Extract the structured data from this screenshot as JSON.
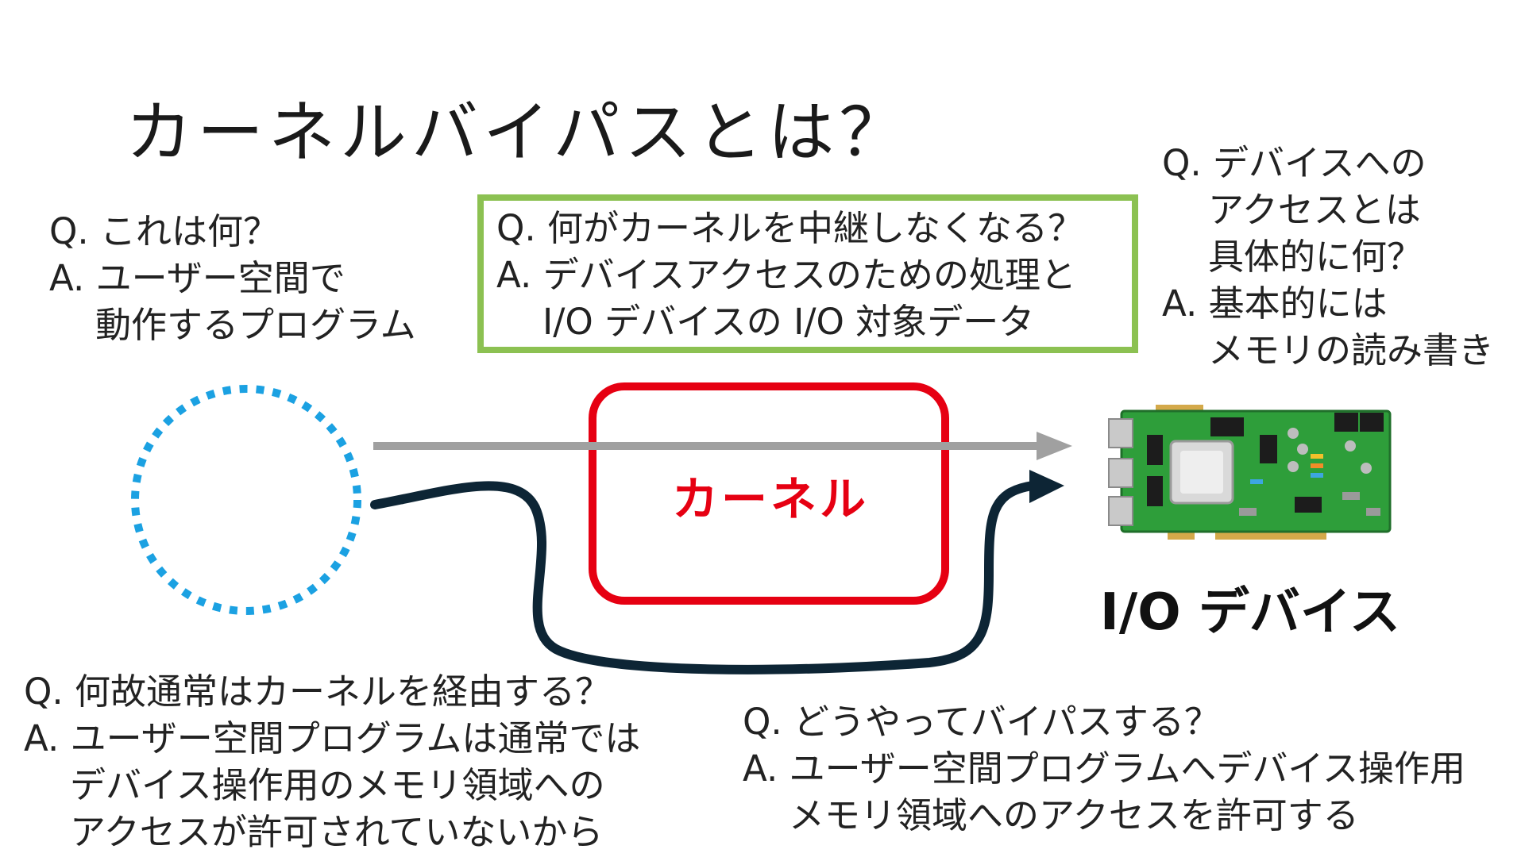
{
  "title": "カーネルバイパスとは？",
  "qa_what": {
    "q": "Q. これは何？",
    "a1": "A. ユーザー空間で",
    "a2": "動作するプログラム"
  },
  "qa_relay": {
    "q": "Q. 何がカーネルを中継しなくなる？",
    "a1": "A. デバイスアクセスのための処理と",
    "a2": "I/O デバイスの I/O 対象データ"
  },
  "qa_access": {
    "q1": "Q. デバイスへの",
    "q2": "アクセスとは",
    "q3": "具体的に何？",
    "a1": "A. 基本的には",
    "a2": "メモリの読み書き"
  },
  "qa_why": {
    "q": "Q. 何故通常はカーネルを経由する？",
    "a1": "A. ユーザー空間プログラムは通常では",
    "a2": "デバイス操作用のメモリ領域への",
    "a3": "アクセスが許可されていないから"
  },
  "qa_how": {
    "q": "Q. どうやってバイパスする？",
    "a1": "A. ユーザー空間プログラムへデバイス操作用",
    "a2": "メモリ領域へのアクセスを許可する"
  },
  "kernel_label": "カーネル",
  "device_label": "I/O デバイス",
  "colors": {
    "program_circle": "#1ba1e2",
    "kernel_box": "#e60012",
    "highlight_box": "#8cc152",
    "normal_path": "#a0a0a0",
    "bypass_path": "#0d2535",
    "board_green": "#2e9e3a"
  },
  "icons": {
    "program": "dotted-circle",
    "device": "pci-expansion-card"
  }
}
